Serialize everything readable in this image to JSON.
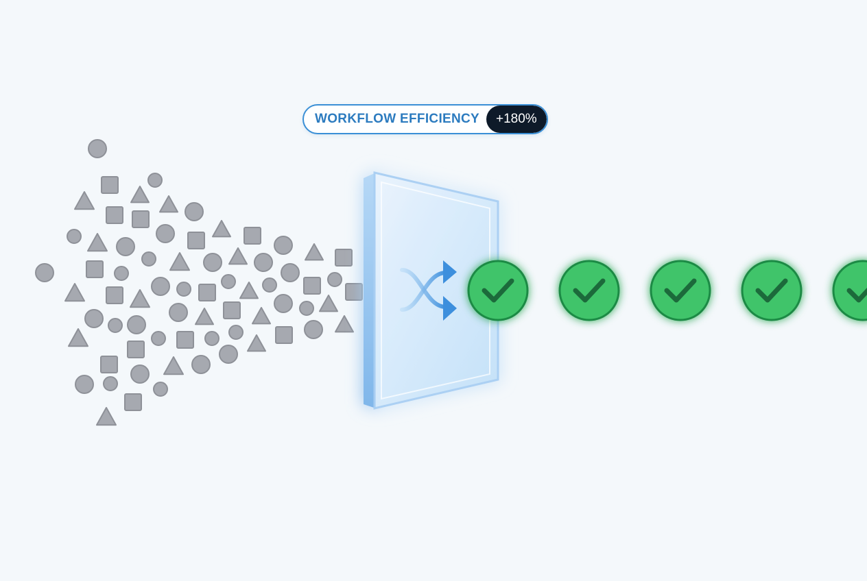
{
  "badge": {
    "label": "WORKFLOW EFFICIENCY",
    "value": "+180%"
  },
  "colors": {
    "background": "#f4f8fb",
    "shape_fill": "#a6a9b0",
    "shape_stroke": "#8e9198",
    "panel_blue": "#8fc3f0",
    "arrow_blue": "#3d8fdd",
    "check_green": "#3fc46a",
    "check_dark": "#1f8a45",
    "badge_border": "#3a8fd6",
    "badge_label": "#2c7bbf",
    "badge_value_bg": "#0e1a29"
  },
  "icons": {
    "transformer": "shuffle-icon",
    "output": "checkmark-icon"
  },
  "diagram": {
    "input_shapes": [
      "circle",
      "square",
      "triangle"
    ],
    "output_count_visible": 5
  }
}
